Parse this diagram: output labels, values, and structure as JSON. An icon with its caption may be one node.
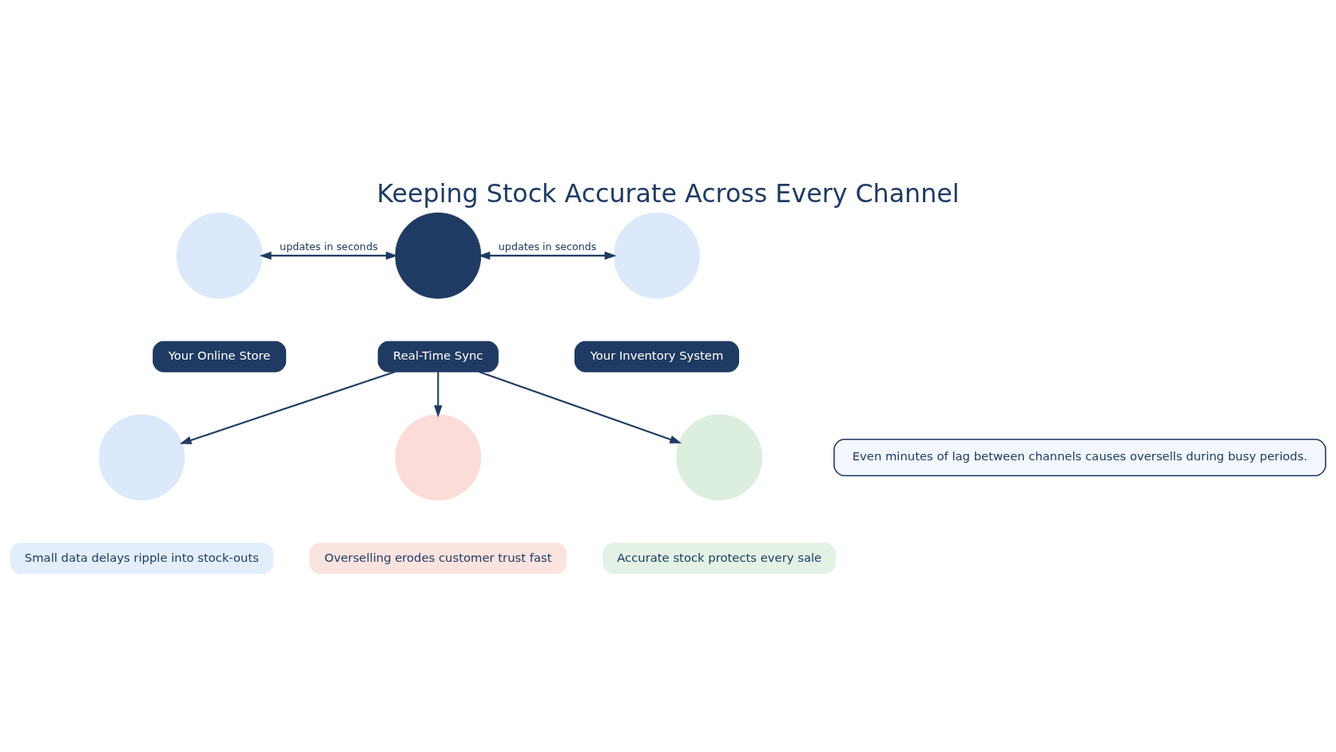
{
  "diagram": {
    "title": "Keeping Stock Accurate Across Every Channel",
    "nodes": [
      {
        "text": [],
        "shape": "circle"
      },
      {
        "text": [
          "Your Online Store"
        ]
      },
      {
        "text": [],
        "shape": "circle"
      },
      {
        "text": [
          "Real-Time Sync"
        ]
      },
      {
        "text": [],
        "shape": "circle"
      },
      {
        "text": [
          "Your Inventory System"
        ]
      },
      {
        "text": [],
        "shape": "circle"
      },
      {
        "text": [
          "Small data delays ripple into stock-outs"
        ]
      },
      {
        "text": [],
        "shape": "circle"
      },
      {
        "text": [
          "Overselling erodes customer trust fast"
        ]
      },
      {
        "text": [],
        "shape": "circle"
      },
      {
        "text": [
          "Accurate stock protects every sale"
        ]
      },
      {
        "text": [
          "Even minutes of lag between channels causes oversells during busy periods."
        ]
      }
    ],
    "edges": [
      {
        "from": 0,
        "to": 2,
        "arrow": "both",
        "label": "updates in seconds"
      },
      {
        "from": 2,
        "to": 4,
        "arrow": "both",
        "label": "updates in seconds"
      },
      {
        "from": 3,
        "to": 6,
        "arrow": "to"
      },
      {
        "from": 3,
        "to": 8,
        "arrow": "to"
      },
      {
        "from": 3,
        "to": 10,
        "arrow": "to"
      }
    ]
  }
}
